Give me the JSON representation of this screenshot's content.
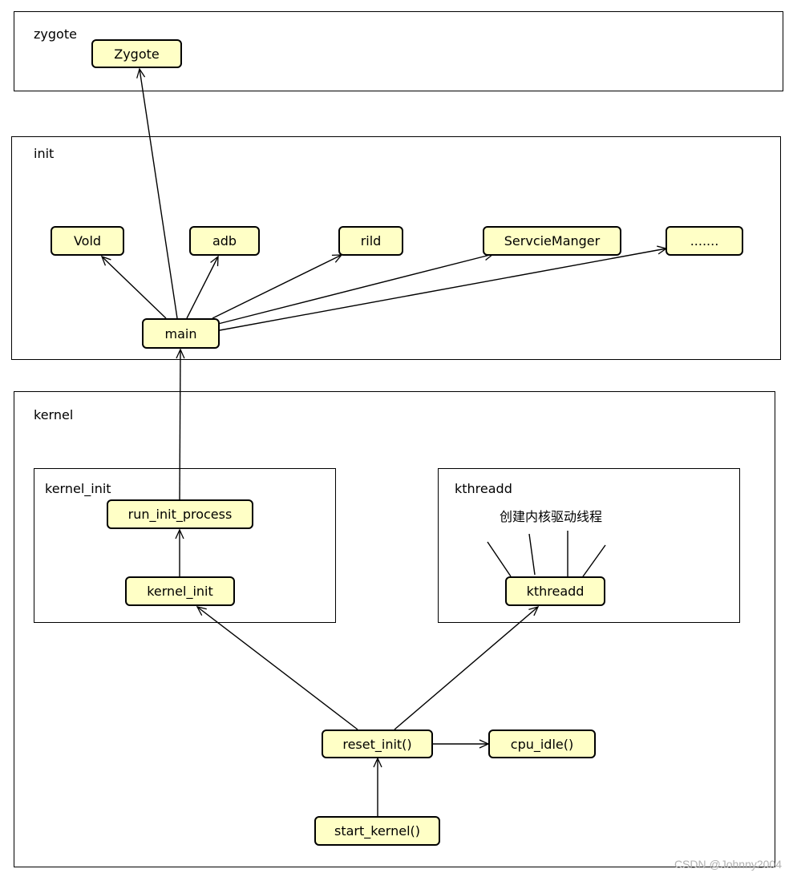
{
  "groups": {
    "zygote": "zygote",
    "init": "init",
    "kernel": "kernel",
    "kernel_init": "kernel_init",
    "kthreadd": "kthreadd"
  },
  "nodes": {
    "zygote": "Zygote",
    "vold": "Vold",
    "adb": "adb",
    "rild": "rild",
    "servicemanager": "ServcieManger",
    "more": ".......",
    "main": "main",
    "run_init_process": "run_init_process",
    "kernel_init": "kernel_init",
    "kthreadd": "kthreadd",
    "reset_init": "reset_init()",
    "cpu_idle": "cpu_idle()",
    "start_kernel": "start_kernel()"
  },
  "annotations": {
    "kthreadd_note": "创建内核驱动线程"
  },
  "watermark": "CSDN @Johnny2004"
}
